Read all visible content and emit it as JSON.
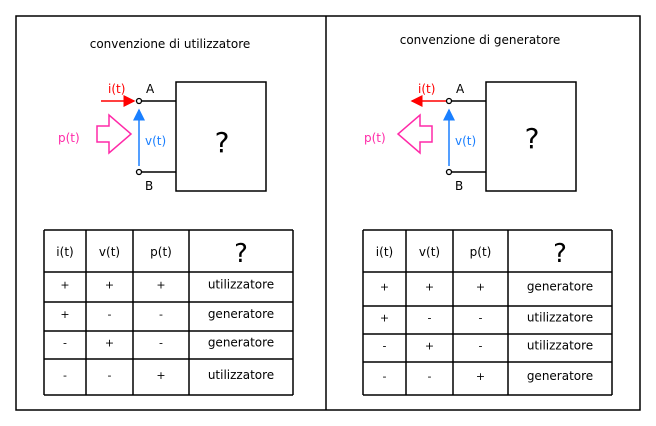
{
  "panels": [
    {
      "title": "convenzione di utilizzatore",
      "current_label": "i(t)",
      "voltage_label": "v(t)",
      "power_label": "p(t)",
      "terminal_a": "A",
      "terminal_b": "B",
      "box_label": "?",
      "table": {
        "headers": [
          "i(t)",
          "v(t)",
          "p(t)",
          "?"
        ],
        "rows": [
          [
            "+",
            "+",
            "+",
            "utilizzatore"
          ],
          [
            "+",
            "-",
            "-",
            "generatore"
          ],
          [
            "-",
            "+",
            "-",
            "generatore"
          ],
          [
            "-",
            "-",
            "+",
            "utilizzatore"
          ]
        ]
      }
    },
    {
      "title": "convenzione di generatore",
      "current_label": "i(t)",
      "voltage_label": "v(t)",
      "power_label": "p(t)",
      "terminal_a": "A",
      "terminal_b": "B",
      "box_label": "?",
      "table": {
        "headers": [
          "i(t)",
          "v(t)",
          "p(t)",
          "?"
        ],
        "rows": [
          [
            "+",
            "+",
            "+",
            "generatore"
          ],
          [
            "+",
            "-",
            "-",
            "utilizzatore"
          ],
          [
            "-",
            "+",
            "-",
            "utilizzatore"
          ],
          [
            "-",
            "-",
            "+",
            "generatore"
          ]
        ]
      }
    }
  ],
  "colors": {
    "current": "#ff0000",
    "voltage": "#1a7fff",
    "power": "#ff2aa8"
  }
}
